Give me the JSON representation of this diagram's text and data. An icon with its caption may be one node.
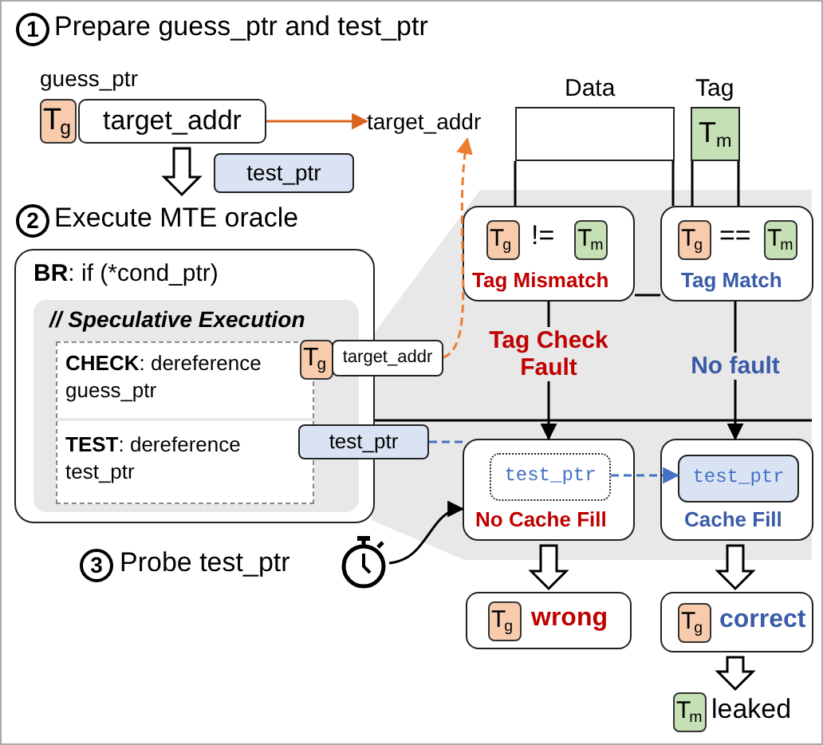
{
  "diagram": {
    "nodes": [
      {
        "text": [
          "T$_{g}$"
        ]
      },
      {
        "text": [
          "target_addr"
        ]
      },
      {
        "text": [
          "target_addr"
        ]
      },
      {
        "text": [
          "test_ptr"
        ]
      },
      {
        "text": [
          "Data"
        ]
      },
      {
        "text": [
          "Tag",
          "T$_{m}$"
        ]
      },
      {
        "text": [
          "**BR**: if (*cond_ptr)"
        ]
      },
      {
        "text": [
          "// Speculative Execution"
        ],
        "in": 6
      },
      {
        "text": [
          "**CHECK**: dereference guess_ptr"
        ],
        "in": 7
      },
      {
        "text": [
          "**TEST**: dereference test_ptr"
        ],
        "in": 7
      },
      {
        "text": [
          "T$_{g}$"
        ],
        "in": 7
      },
      {
        "text": [
          "target_addr"
        ]
      },
      {
        "text": [
          "test_ptr"
        ]
      },
      {
        "text": [
          "!=",
          "Tag Mismatch"
        ]
      },
      {
        "text": [
          "T$_{g}$"
        ],
        "in": 13
      },
      {
        "text": [
          "T$_{m}$"
        ],
        "in": 13
      },
      {
        "text": [
          "==",
          "Tag Match"
        ]
      },
      {
        "text": [
          "T$_{g}$"
        ],
        "in": 16
      },
      {
        "text": [
          "T$_{m}$"
        ],
        "in": 16
      },
      {
        "text": [
          "No Cache Fill"
        ]
      },
      {
        "text": [
          "test_ptr"
        ],
        "in": 19
      },
      {
        "text": [
          "Cache Fill"
        ]
      },
      {
        "text": [
          "test_ptr"
        ],
        "in": 21
      },
      {
        "text": [
          "wrong"
        ]
      },
      {
        "text": [
          "T$_{g}$"
        ],
        "in": 23
      },
      {
        "text": [
          "correct"
        ]
      },
      {
        "text": [
          "T$_{g}$"
        ],
        "in": 25
      },
      {
        "text": [
          "T$_{m}$"
        ],
        "beside": [
          "leaked"
        ]
      },
      {
        "text": [],
        "shape": "stopwatch"
      }
    ],
    "edges": [
      {
        "from": 1,
        "to": 2,
        "arrow": "to",
        "color": "#d9661f"
      },
      {
        "from": 1,
        "to": null,
        "arrow": "to",
        "style": "thick"
      },
      {
        "from": 11,
        "to": 2,
        "arrow": "to",
        "style": "dashed",
        "color": "#ed7d31"
      },
      {
        "from": 4,
        "to": 13,
        "arrow": "none"
      },
      {
        "from": 4,
        "to": 16,
        "arrow": "none"
      },
      {
        "from": 5,
        "to": 16,
        "arrow": "none"
      },
      {
        "from": 5,
        "to": 16,
        "arrow": "none"
      },
      {
        "from": 13,
        "to": 16,
        "arrow": "none"
      },
      {
        "from": 13,
        "to": 19,
        "arrow": "to",
        "label": "Tag Check Fault"
      },
      {
        "from": 16,
        "to": 21,
        "arrow": "to",
        "label": "No fault"
      },
      {
        "from": 12,
        "to": 19,
        "arrow": "none",
        "style": "dashed",
        "color": "#4472c4"
      },
      {
        "from": 20,
        "to": 22,
        "arrow": "to",
        "style": "dashed",
        "color": "#4472c4"
      },
      {
        "from": 19,
        "to": 23,
        "arrow": "to",
        "style": "thick"
      },
      {
        "from": 21,
        "to": 25,
        "arrow": "to",
        "style": "thick"
      },
      {
        "from": 25,
        "to": 27,
        "arrow": "to",
        "style": "thick"
      },
      {
        "from": 28,
        "to": 19,
        "arrow": "to"
      }
    ],
    "labels": [
      "1",
      "Prepare guess_ptr and test_ptr",
      "guess_ptr",
      "2",
      "Execute MTE oracle",
      "3",
      "Probe test_ptr"
    ]
  }
}
